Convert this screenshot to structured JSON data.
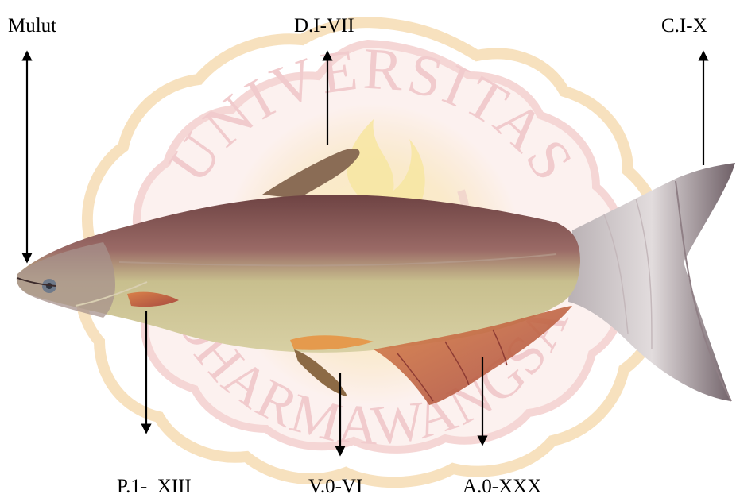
{
  "watermark": {
    "seal_text_top": "UNIVERSITAS",
    "seal_text_bottom": "DHARMAWANGSA",
    "colors": {
      "ring": "#e8b8bc",
      "ring_outline": "#f0cfa0",
      "letters": "#e8aeb2",
      "emblem_yellow": "#f2d35a",
      "emblem_red": "#d9898f",
      "star": "#c9b9b9"
    }
  },
  "fish": {
    "colors": {
      "back": "#7a4a4a",
      "back_dark": "#5a3a3a",
      "belly": "#c7c08a",
      "fin_red": "#c4574f",
      "tail_light": "#d9d2d4",
      "tail_dark": "#6b5c62",
      "fin_orange": "#d6803c"
    }
  },
  "labels": {
    "mouth": "Mulut",
    "dorsal": "D.I-VII",
    "caudal": "C.I-X",
    "pectoral": "P.1-  XIII",
    "ventral": "V.0-VI",
    "anal": "A.0-XXX"
  },
  "arrow_color": "#000000"
}
